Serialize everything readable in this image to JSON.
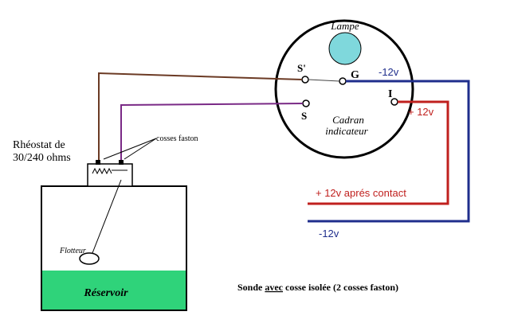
{
  "gauge": {
    "lamp_label": "Lampe",
    "term_s_prime": "S'",
    "term_s": "S",
    "term_g": "G",
    "term_i": "I",
    "dial_line1": "Cadran",
    "dial_line2": "indicateur"
  },
  "rheostat": {
    "label_line1": "Rhéostat de",
    "label_line2": "30/240 ohms",
    "terminals_label": "cosses faston"
  },
  "tank": {
    "float_label": "Flotteur",
    "reservoir_label": "Réservoir"
  },
  "wires": {
    "neg_top": "-12v",
    "pos_top": "+ 12v",
    "pos_bottom": "+ 12v aprés contact",
    "neg_bottom": "-12v"
  },
  "caption": {
    "prefix": "Sonde ",
    "emphasis": "avec",
    "suffix": " cosse isolée (2 cosses faston)"
  },
  "colors": {
    "ground_wire": "#1f2e8c",
    "positive_wire": "#c0201e",
    "sender_wire": "#7a2a86",
    "gauge_wire": "#6b3a24",
    "lamp": "#7fd8dc",
    "liquid": "#2fd37a",
    "outline": "#000000"
  }
}
